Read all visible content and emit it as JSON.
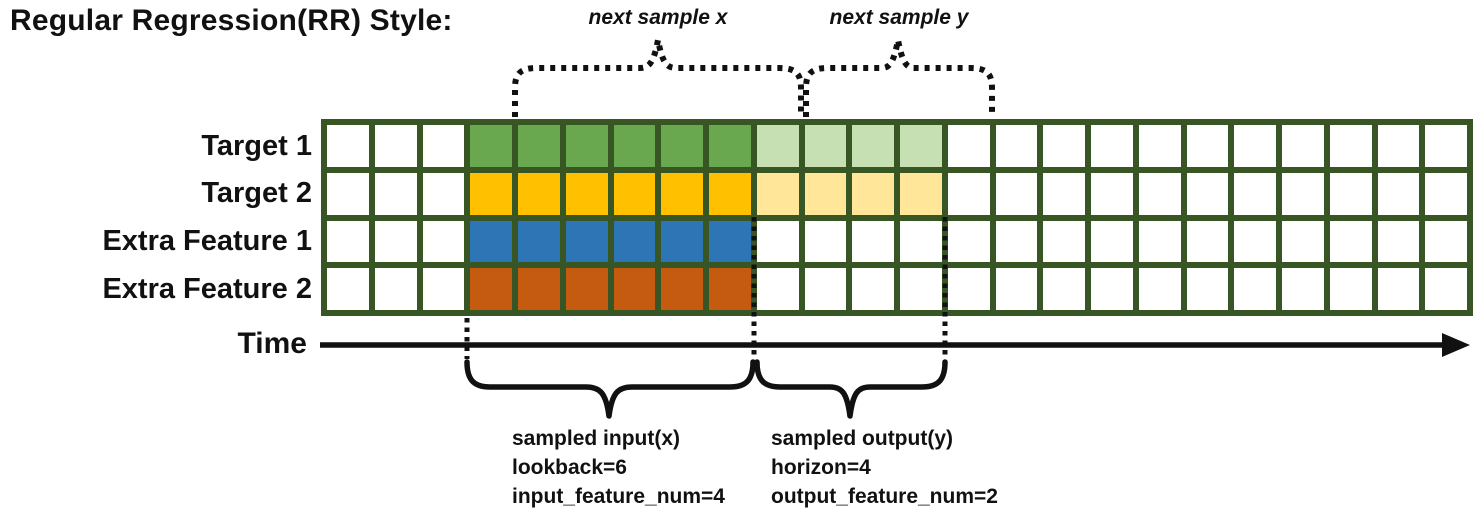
{
  "title": "Regular Regression(RR) Style:",
  "diagram": {
    "grid": {
      "columns": 24,
      "input_start_col": 3,
      "lookback": 6,
      "horizon": 4,
      "border_color": "#375623",
      "empty_cell_color": "#ffffff",
      "rows": [
        {
          "label": "Target 1",
          "input_color": "#6aa84f",
          "output_color": "#c6e0b4",
          "has_output": true
        },
        {
          "label": "Target 2",
          "input_color": "#ffc000",
          "output_color": "#ffe699",
          "has_output": true
        },
        {
          "label": "Extra Feature 1",
          "input_color": "#2e75b6",
          "output_color": null,
          "has_output": false
        },
        {
          "label": "Extra Feature 2",
          "input_color": "#c55a11",
          "output_color": null,
          "has_output": false
        }
      ]
    },
    "annotations": {
      "next_sample_x_label": "next sample x",
      "next_sample_y_label": "next sample y",
      "time_label": "Time",
      "sampled_input": {
        "line1": "sampled input(x)",
        "line2": "lookback=6",
        "line3": "input_feature_num=4"
      },
      "sampled_output": {
        "line1": "sampled output(y)",
        "line2": "horizon=4",
        "line3": "output_feature_num=2"
      }
    }
  }
}
